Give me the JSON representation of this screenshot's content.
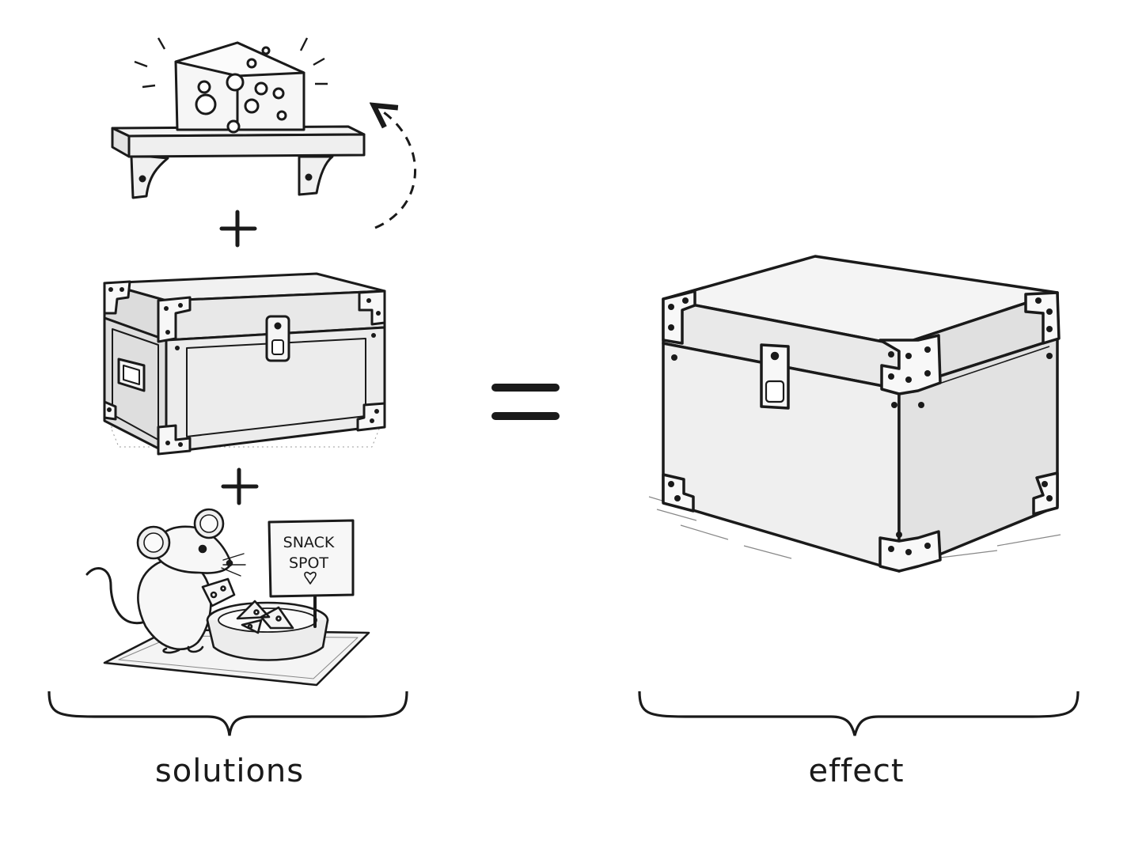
{
  "diagram": {
    "left_group": {
      "label": "solutions",
      "items": [
        {
          "name": "cheese-on-shelf",
          "icon": "cheese-shelf-illustration"
        },
        {
          "name": "metal-storage-box",
          "icon": "locked-box-illustration"
        },
        {
          "name": "mouse-snack-spot",
          "icon": "mouse-eating-illustration",
          "sign_line1": "SNACK",
          "sign_line2": "SPOT"
        }
      ],
      "operators": [
        "+",
        "+"
      ]
    },
    "equals": "=",
    "right_group": {
      "label": "effect",
      "items": [
        {
          "name": "large-metal-box",
          "icon": "locked-box-illustration"
        }
      ]
    },
    "colors": {
      "ink": "#1a1a1a",
      "metal": "#e4e4e4",
      "metal_shadow": "#c8c8c8",
      "paper": "#ffffff"
    }
  }
}
